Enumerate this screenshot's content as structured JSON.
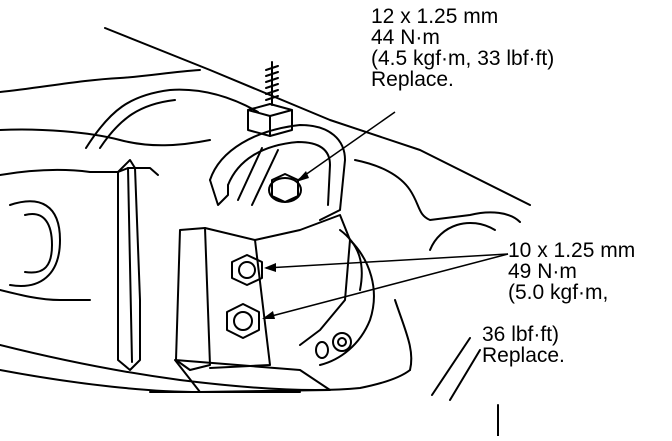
{
  "callouts": {
    "upper_bolt": {
      "size": "12 x 1.25 mm",
      "torque_nm": "44 N·m",
      "torque_alt": "(4.5 kgf·m, 33 lbf·ft)",
      "note": "Replace."
    },
    "lower_bolts": {
      "size": "10 x 1.25 mm",
      "torque_nm": "49 N·m",
      "torque_alt_line1": "(5.0 kgf·m,",
      "torque_alt_line2": "36 lbf·ft)",
      "note": "Replace."
    }
  }
}
